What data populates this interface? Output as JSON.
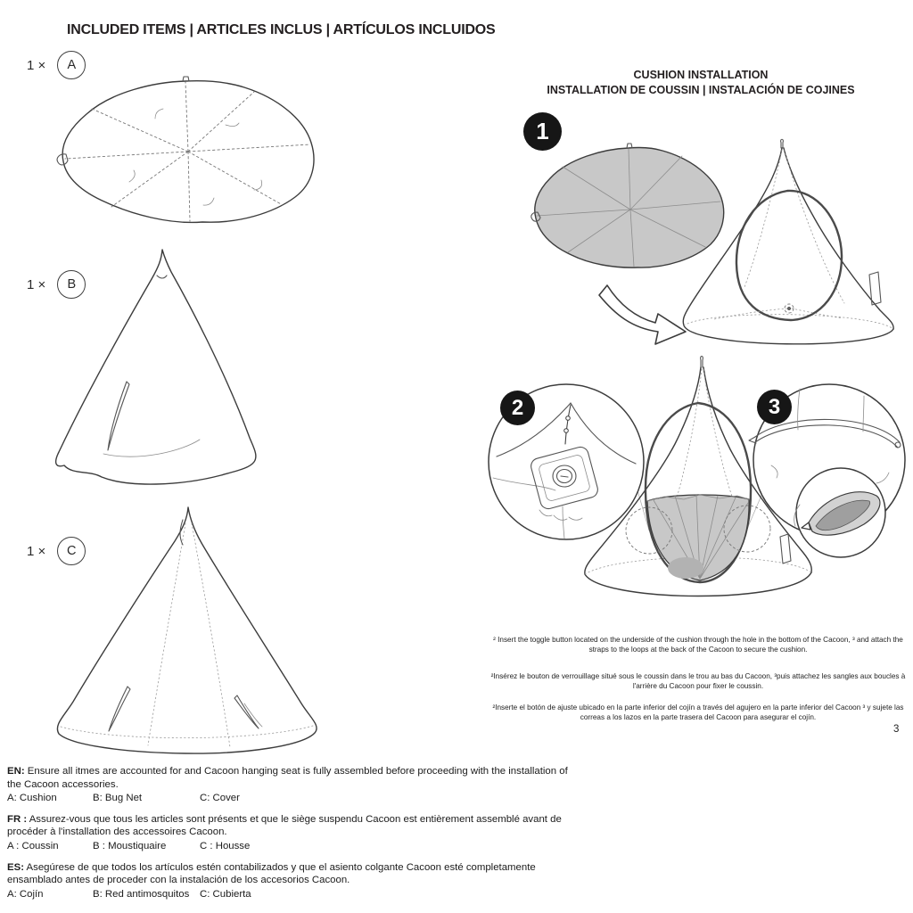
{
  "page": {
    "number": "3"
  },
  "colors": {
    "ink": "#3c3c3c",
    "cushion_gray": "#c8c8c8",
    "badge_bg": "#161616",
    "badge_fg": "#ffffff"
  },
  "included": {
    "title": "INCLUDED ITEMS | ARTICLES INCLUS | ARTÍCULOS INCLUIDOS",
    "items": [
      {
        "qty": "1 ×",
        "letter": "A"
      },
      {
        "qty": "1 ×",
        "letter": "B"
      },
      {
        "qty": "1 ×",
        "letter": "C"
      }
    ]
  },
  "installation": {
    "title_line1": "CUSHION INSTALLATION",
    "title_line2": "INSTALLATION DE COUSSIN | INSTALACIÓN DE COJINES",
    "steps": [
      {
        "number": "1"
      },
      {
        "number": "2"
      },
      {
        "number": "3"
      }
    ],
    "note_en": "² Insert the toggle button located on the underside of the cushion through the hole in the bottom of the Cacoon, ³ and attach the straps to the loops at the back of the Cacoon to secure the cushion.",
    "note_fr": "²Insérez le bouton de verrouillage situé sous le coussin dans le trou au bas du Cacoon, ³puis attachez les sangles aux boucles à l'arrière du Cacoon pour fixer le coussin.",
    "note_es": "²Inserte el botón de ajuste ubicado en la parte inferior del cojín a través del agujero en la parte inferior del Cacoon ³ y sujete las correas a los lazos en la parte trasera del Cacoon para asegurar el cojín."
  },
  "footer": {
    "en": {
      "label": "EN:",
      "text": "Ensure all itmes are accounted for and Cacoon hanging seat is fully assembled before proceeding with the installation of the Cacoon accessories.",
      "legend": [
        "A: Cushion",
        "B: Bug Net",
        "C: Cover"
      ]
    },
    "fr": {
      "label": "FR :",
      "text": "Assurez-vous que tous les articles sont présents et que le siège suspendu Cacoon est entièrement assemblé avant de procéder à l'installation des accessoires Cacoon.",
      "legend": [
        "A : Coussin",
        "B : Moustiquaire",
        "C : Housse"
      ]
    },
    "es": {
      "label": "ES:",
      "text": "Asegúrese de que todos los artículos estén contabilizados y que el asiento colgante Cacoon esté completamente ensamblado antes de proceder con la instalación de los accesorios Cacoon.",
      "legend": [
        "A: Cojín",
        "B: Red antimosquitos",
        "C: Cubierta"
      ]
    }
  }
}
